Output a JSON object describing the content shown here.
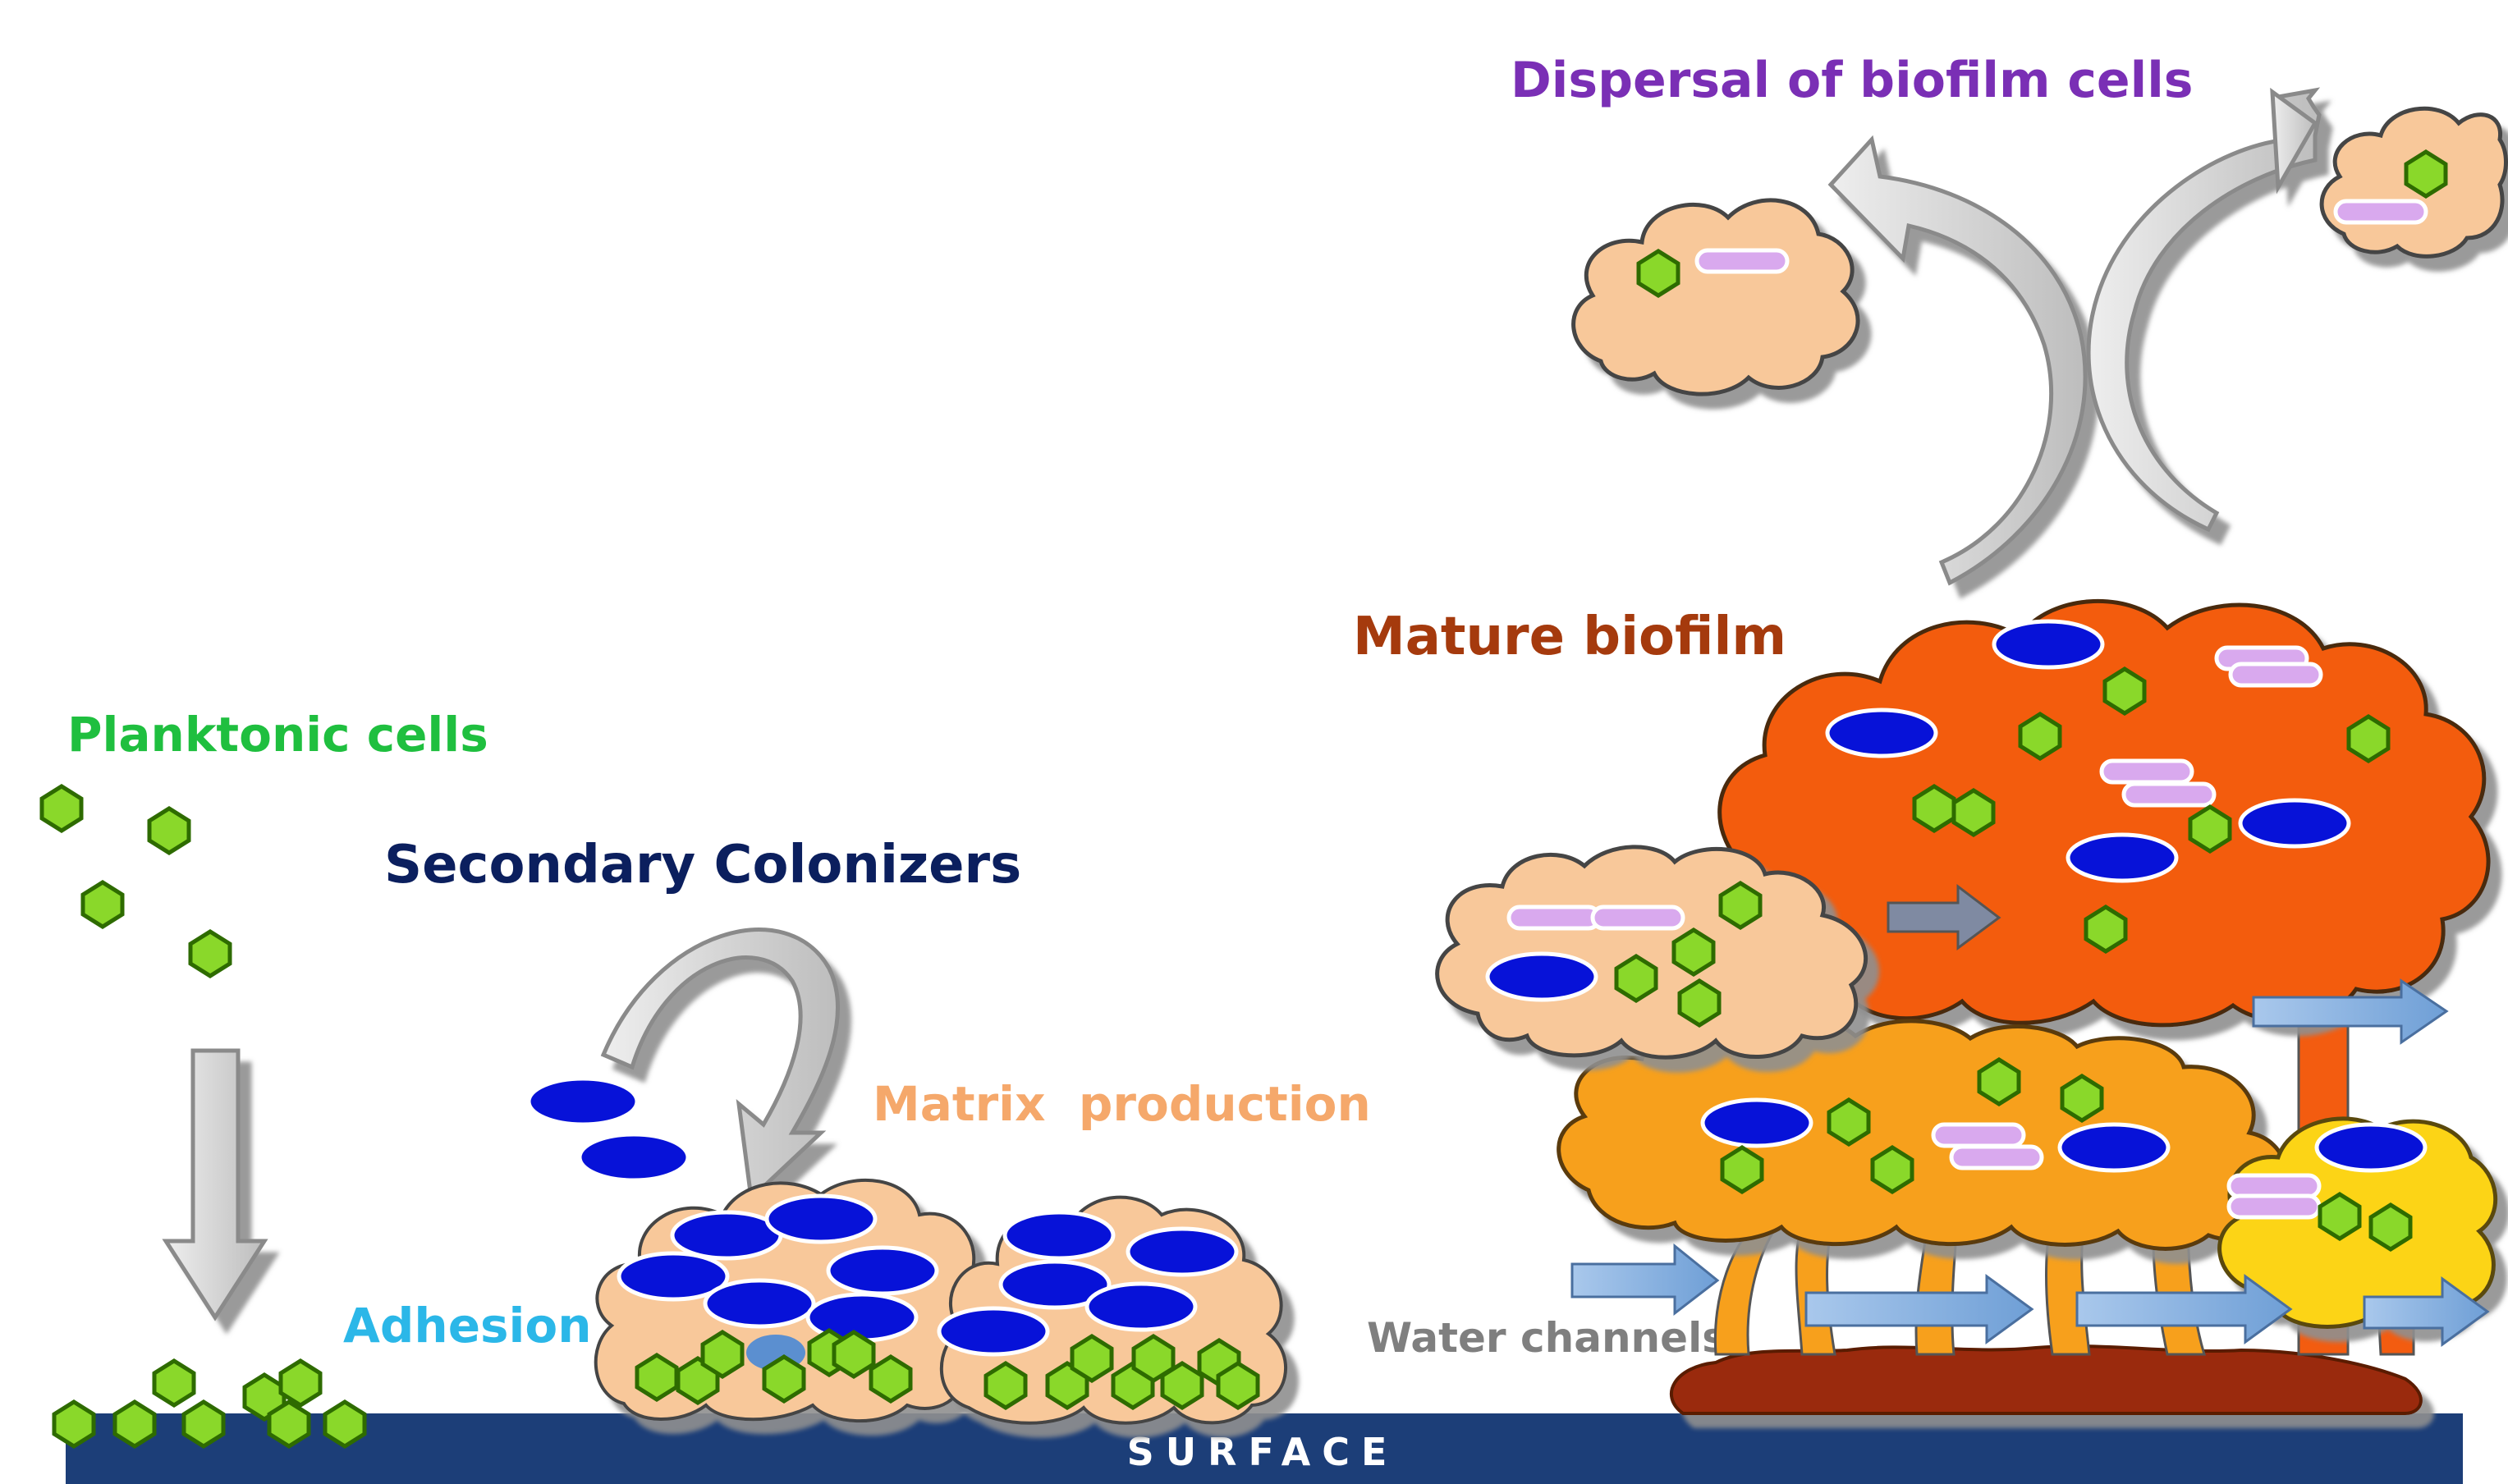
{
  "labels": {
    "planktonic": "Planktonic cells",
    "secondary": "Secondary Colonizers",
    "matrix": "Matrix  production",
    "adhesion": "Adhesion",
    "water": "Water channels",
    "mature": "Mature biofilm",
    "dispersal": "Dispersal of biofilm cells",
    "surface": "SURFACE"
  },
  "colors": {
    "planktonic": "#1fbf3f",
    "secondary": "#0b1f5e",
    "matrix": "#f5a86b",
    "adhesion": "#2bb7e8",
    "water": "#7f7f7f",
    "mature": "#a53a0d",
    "dispersal": "#7a2fb5",
    "surface_bar": "#1c3e78",
    "cell_green": "#8ad82a",
    "cell_blue": "#0712d8",
    "cell_lilac": "#d9a9ee",
    "cloud_peach": "#f8c89a",
    "cloud_orange_red": "#f35c10",
    "cloud_orange": "#f7a01c",
    "cloud_yellow": "#fcd416",
    "base_brown": "#9a2a0e",
    "arrow_grey": "#cfcfcf",
    "arrow_blue": "#8fb7e3"
  }
}
